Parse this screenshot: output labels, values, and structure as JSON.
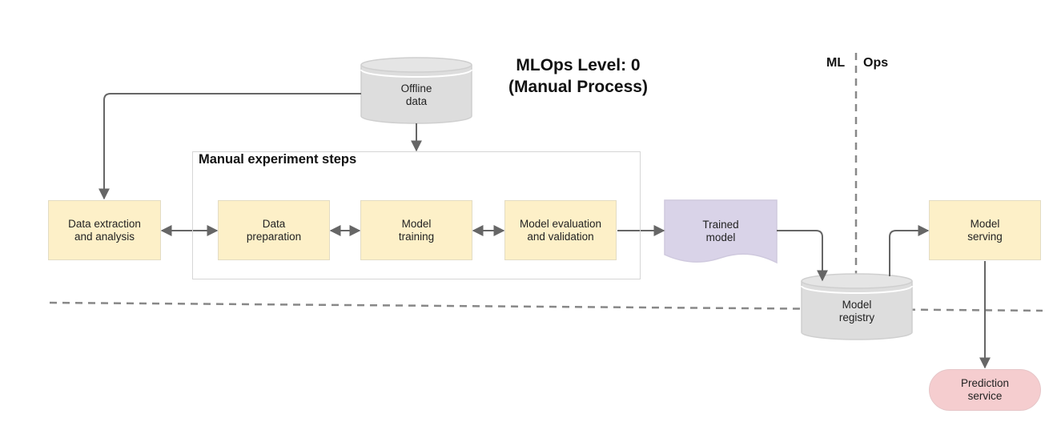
{
  "diagram": {
    "title_line1": "MLOps Level: 0",
    "title_line2": "(Manual Process)",
    "lanes": {
      "left": "ML",
      "right": "Ops"
    },
    "group_title": "Manual experiment steps",
    "nodes": {
      "offline_data": "Offline\ndata",
      "data_extraction": "Data extraction\nand analysis",
      "data_preparation": "Data\npreparation",
      "model_training": "Model\ntraining",
      "model_evaluation": "Model evaluation\nand validation",
      "trained_model": "Trained\nmodel",
      "model_registry": "Model\nregistry",
      "model_serving": "Model\nserving",
      "prediction_service": "Prediction\nservice"
    },
    "colors": {
      "process": "#fdf0c8",
      "artifact": "#d9d3e8",
      "store": "#dddddd",
      "service": "#f5cdcf",
      "connector": "#666666"
    }
  }
}
